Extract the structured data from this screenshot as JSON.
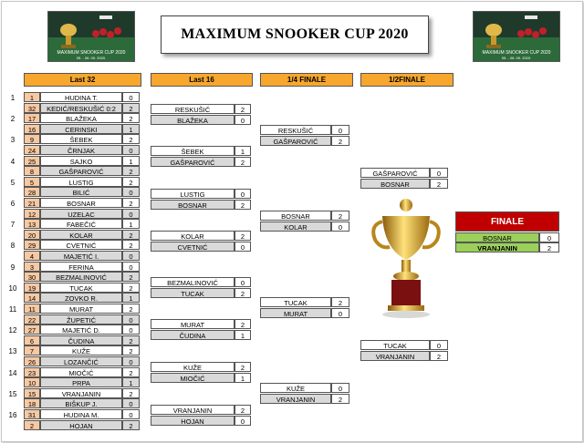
{
  "title": "MAXIMUM SNOOKER CUP 2020",
  "logo": {
    "caption": "MAXIMUM SNOOKER CUP 2020",
    "date": "05. - 06. 09. 2020."
  },
  "headers": {
    "last32": "Last 32",
    "last16": "Last 16",
    "quarter": "1/4 FINALE",
    "semi": "1/2FINALE"
  },
  "round_numbers": [
    "1",
    "2",
    "3",
    "4",
    "5",
    "6",
    "7",
    "8",
    "9",
    "10",
    "11",
    "12",
    "13",
    "14",
    "15",
    "16"
  ],
  "last32": [
    {
      "seed": "1",
      "name": "HUDINA T.",
      "score": "0"
    },
    {
      "seed": "32",
      "name": "KEDIĆ/RESKUŠIĆ 0:2",
      "score": "2"
    },
    {
      "seed": "17",
      "name": "BLAŽEKA",
      "score": "2"
    },
    {
      "seed": "16",
      "name": "CERINSKI",
      "score": "1"
    },
    {
      "seed": "9",
      "name": "ŠEBEK",
      "score": "2"
    },
    {
      "seed": "24",
      "name": "ČRNJAK",
      "score": "0"
    },
    {
      "seed": "25",
      "name": "SAJKO",
      "score": "1"
    },
    {
      "seed": "8",
      "name": "GAŠPAROVIĆ",
      "score": "2"
    },
    {
      "seed": "5",
      "name": "LUSTIG",
      "score": "2"
    },
    {
      "seed": "28",
      "name": "BILIĆ",
      "score": "0"
    },
    {
      "seed": "21",
      "name": "BOSNAR",
      "score": "2"
    },
    {
      "seed": "12",
      "name": "UZELAC",
      "score": "0"
    },
    {
      "seed": "13",
      "name": "FABEČIĆ",
      "score": "1"
    },
    {
      "seed": "20",
      "name": "KOLAR",
      "score": "2"
    },
    {
      "seed": "29",
      "name": "CVETNIĆ",
      "score": "2"
    },
    {
      "seed": "4",
      "name": "MAJETIĆ I.",
      "score": "0"
    },
    {
      "seed": "3",
      "name": "FERINA",
      "score": "0"
    },
    {
      "seed": "30",
      "name": "BEZMALINOVIĆ",
      "score": "2"
    },
    {
      "seed": "19",
      "name": "TUCAK",
      "score": "2"
    },
    {
      "seed": "14",
      "name": "ZOVKO R.",
      "score": "1"
    },
    {
      "seed": "11",
      "name": "MURAT",
      "score": "2"
    },
    {
      "seed": "22",
      "name": "ŽUPETIĆ",
      "score": "0"
    },
    {
      "seed": "27",
      "name": "MAJETIĆ D.",
      "score": "0"
    },
    {
      "seed": "6",
      "name": "ČUDINA",
      "score": "2"
    },
    {
      "seed": "7",
      "name": "KUŽE",
      "score": "2"
    },
    {
      "seed": "26",
      "name": "LOZANČIĆ",
      "score": "0"
    },
    {
      "seed": "23",
      "name": "MIOČIĆ",
      "score": "2"
    },
    {
      "seed": "10",
      "name": "PRPA",
      "score": "1"
    },
    {
      "seed": "15",
      "name": "VRANJANIN",
      "score": "2"
    },
    {
      "seed": "18",
      "name": "BIŠKUP J.",
      "score": "0"
    },
    {
      "seed": "31",
      "name": "HUDINA M.",
      "score": "0"
    },
    {
      "seed": "2",
      "name": "HOJAN",
      "score": "2"
    }
  ],
  "last16": [
    [
      {
        "name": "RESKUŠIĆ",
        "score": "2"
      },
      {
        "name": "BLAŽEKA",
        "score": "0"
      }
    ],
    [
      {
        "name": "ŠEBEK",
        "score": "1"
      },
      {
        "name": "GAŠPAROVIĆ",
        "score": "2"
      }
    ],
    [
      {
        "name": "LUSTIG",
        "score": "0"
      },
      {
        "name": "BOSNAR",
        "score": "2"
      }
    ],
    [
      {
        "name": "KOLAR",
        "score": "2"
      },
      {
        "name": "CVETNIĆ",
        "score": "0"
      }
    ],
    [
      {
        "name": "BEZMALINOVIĆ",
        "score": "0"
      },
      {
        "name": "TUCAK",
        "score": "2"
      }
    ],
    [
      {
        "name": "MURAT",
        "score": "2"
      },
      {
        "name": "ČUDINA",
        "score": "1"
      }
    ],
    [
      {
        "name": "KUŽE",
        "score": "2"
      },
      {
        "name": "MIOČIĆ",
        "score": "1"
      }
    ],
    [
      {
        "name": "VRANJANIN",
        "score": "2"
      },
      {
        "name": "HOJAN",
        "score": "0"
      }
    ]
  ],
  "quarter": [
    [
      {
        "name": "RESKUŠIĆ",
        "score": "0"
      },
      {
        "name": "GAŠPAROVIĆ",
        "score": "2"
      }
    ],
    [
      {
        "name": "BOSNAR",
        "score": "2"
      },
      {
        "name": "KOLAR",
        "score": "0"
      }
    ],
    [
      {
        "name": "TUCAK",
        "score": "2"
      },
      {
        "name": "MURAT",
        "score": "0"
      }
    ],
    [
      {
        "name": "KUŽE",
        "score": "0"
      },
      {
        "name": "VRANJANIN",
        "score": "2"
      }
    ]
  ],
  "semi": [
    [
      {
        "name": "GAŠPAROVIĆ",
        "score": "0"
      },
      {
        "name": "BOSNAR",
        "score": "2"
      }
    ],
    [
      {
        "name": "TUCAK",
        "score": "0"
      },
      {
        "name": "VRANJANIN",
        "score": "2"
      }
    ]
  ],
  "finale": {
    "label": "FINALE",
    "players": [
      {
        "name": "BOSNAR",
        "score": "0"
      },
      {
        "name": "VRANJANIN",
        "score": "2"
      }
    ]
  },
  "colors": {
    "header": "#f7a72d",
    "seed": "#f6c9a3",
    "gray": "#d9d9d9",
    "finale": "#c00000",
    "green": "#9bd05a"
  }
}
